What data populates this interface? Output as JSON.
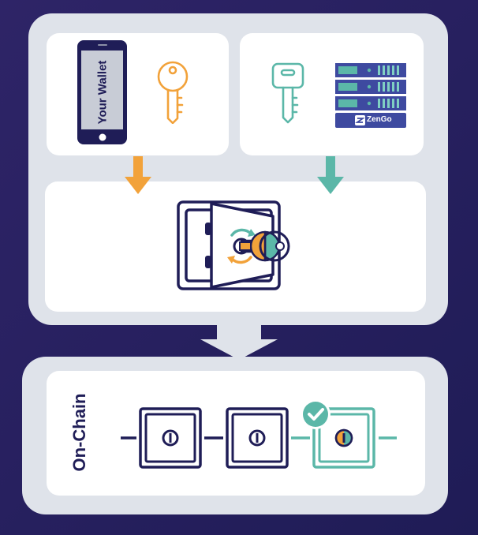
{
  "wallet_label": "Your Wallet",
  "server_brand": "ZenGo",
  "chain_label": "On-Chain",
  "colors": {
    "background": "#2a2262",
    "panel": "#dfe3ea",
    "card": "#ffffff",
    "navy": "#1f1d57",
    "orange": "#f2a23a",
    "teal": "#5bb7a8",
    "server_blue": "#3e4aa0"
  },
  "icons": {
    "phone": "phone-icon",
    "user_key": "orange-key-icon",
    "server_key": "teal-key-icon",
    "server": "server-stack-icon",
    "vault": "vault-icon",
    "check": "checkmark-icon"
  }
}
